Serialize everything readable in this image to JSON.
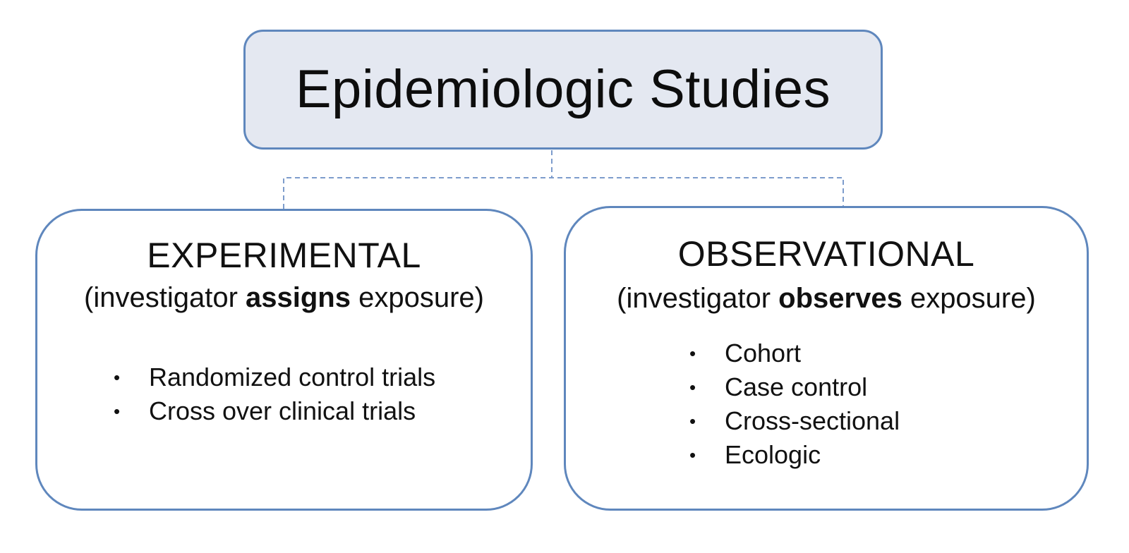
{
  "diagram": {
    "root": {
      "title": "Epidemiologic Studies"
    },
    "experimental": {
      "heading": "EXPERIMENTAL",
      "sub_prefix": "(investigator ",
      "sub_bold": "assigns",
      "sub_suffix": " exposure)",
      "items": [
        "Randomized control trials",
        "Cross over clinical trials"
      ]
    },
    "observational": {
      "heading": "OBSERVATIONAL",
      "sub_prefix": "(investigator ",
      "sub_bold": "observes",
      "sub_suffix": " exposure)",
      "items": [
        "Cohort",
        "Case control",
        "Cross-sectional",
        "Ecologic"
      ]
    },
    "colors": {
      "border": "#5f87bd",
      "root_fill": "#e4e8f1",
      "connector": "#7d9ccc"
    },
    "bullet_symbol": "•"
  }
}
